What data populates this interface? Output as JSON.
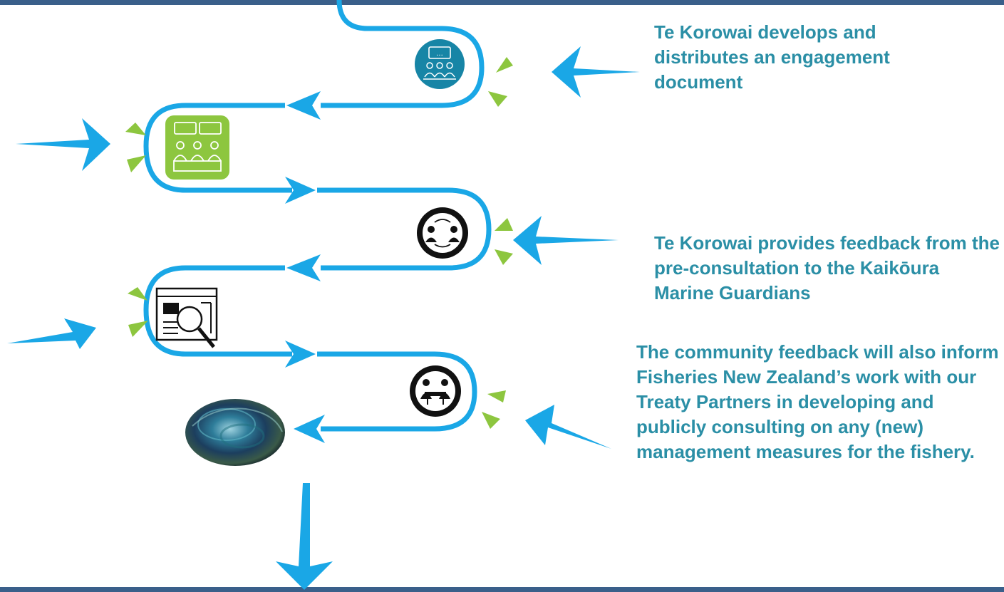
{
  "notes": {
    "step1": "Te Korowai develops and distributes an engagement document",
    "step2": "Te Korowai provides feedback from the pre-consultation to the Kaikōura Marine Guardians",
    "step3": "The community feedback will also inform Fisheries New Zealand’s work with our Treaty Partners in developing and publicly consulting on any (new) management measures for the fishery."
  },
  "icons": [
    "meeting-discussion-icon",
    "stakeholder-engagement-icon",
    "feedback-exchange-icon",
    "document-review-icon",
    "round-table-meeting-icon",
    "paua-shell-image"
  ],
  "colors": {
    "path": "#1aa7e6",
    "arrow": "#1aa7e6",
    "accent": "#8dc63f",
    "text": "#2b8fa6",
    "frame": "#3a5f8a",
    "icon_teal": "#1785a6"
  }
}
